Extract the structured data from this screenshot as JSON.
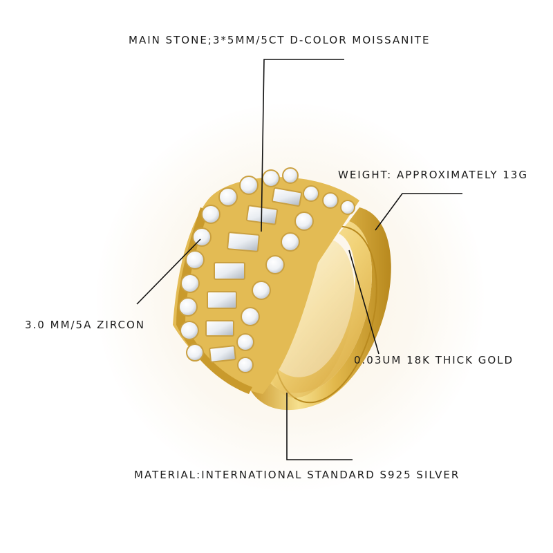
{
  "labels": {
    "main_stone": "MAIN STONE;3*5MM/5CT D-COLOR MOISSANITE",
    "weight": "WEIGHT: APPROXIMATELY 13G",
    "zircon": "3.0 MM/5A ZIRCON",
    "gold": "0.03UM 18K THICK GOLD",
    "material": "MATERIAL:INTERNATIONAL STANDARD S925 SILVER"
  },
  "colors": {
    "gold_light": "#f8e7a2",
    "gold_mid": "#e7c25a",
    "gold_dark": "#b8891e",
    "stone": "#f4f6f8",
    "line": "#111111"
  }
}
